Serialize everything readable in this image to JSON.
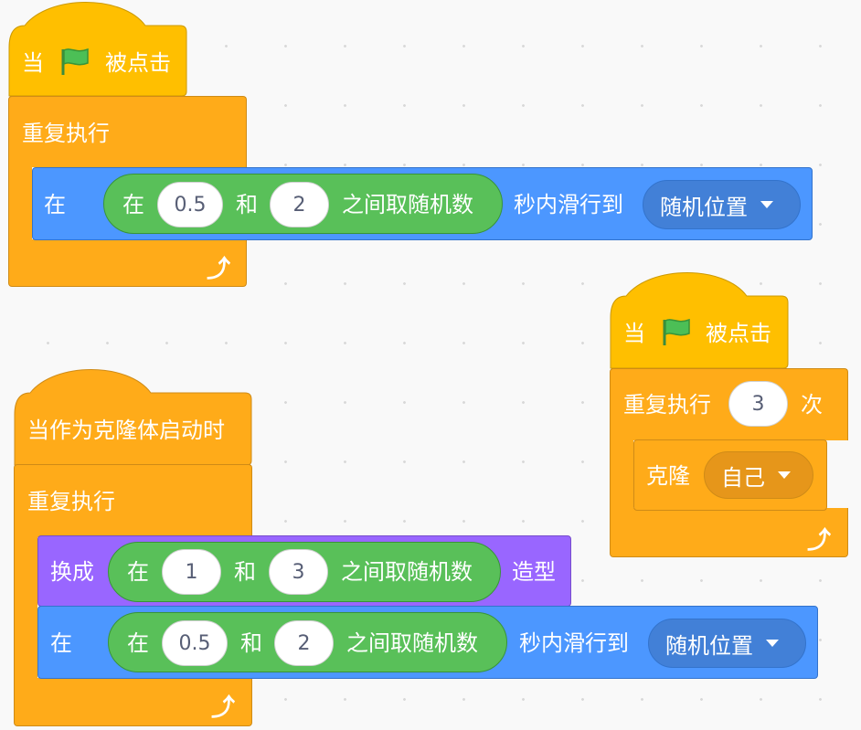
{
  "script1": {
    "hat": {
      "when": "当",
      "flag_icon": "green-flag-icon",
      "clicked": "被点击"
    },
    "forever": {
      "label": "重复执行"
    },
    "glide": {
      "in": "在",
      "random": {
        "in": "在",
        "from": "0.5",
        "and": "和",
        "to": "2",
        "suffix": "之间取随机数"
      },
      "secs_glide_to": "秒内滑行到",
      "target": "随机位置"
    }
  },
  "script2": {
    "hat": {
      "when": "当",
      "flag_icon": "green-flag-icon",
      "clicked": "被点击"
    },
    "repeat": {
      "label": "重复执行",
      "count": "3",
      "times": "次"
    },
    "clone": {
      "label": "克隆",
      "target": "自己"
    }
  },
  "script3": {
    "hat": {
      "label": "当作为克隆体启动时"
    },
    "forever": {
      "label": "重复执行"
    },
    "switch": {
      "label": "换成",
      "random": {
        "in": "在",
        "from": "1",
        "and": "和",
        "to": "3",
        "suffix": "之间取随机数"
      },
      "costume": "造型"
    },
    "glide": {
      "in": "在",
      "random": {
        "in": "在",
        "from": "0.5",
        "and": "和",
        "to": "2",
        "suffix": "之间取随机数"
      },
      "secs_glide_to": "秒内滑行到",
      "target": "随机位置"
    }
  },
  "colors": {
    "events": "#ffbf00",
    "control": "#ffab19",
    "motion": "#4c97ff",
    "looks": "#9966ff",
    "operators": "#59c059"
  }
}
